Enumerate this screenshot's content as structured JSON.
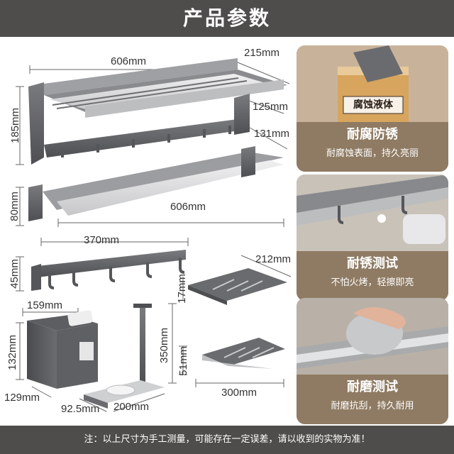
{
  "header": {
    "title": "产品参数"
  },
  "dimensions": {
    "rack_width": "606mm",
    "rack_depth": "215mm",
    "rack_height": "185mm",
    "hook_bar_depth": "125mm",
    "towel_bar_depth": "131mm",
    "towel_bar_height": "80mm",
    "towel_bar_width": "606mm",
    "hook_rail_width": "370mm",
    "hook_rail_height": "45mm",
    "corner_shelf_depth": "212mm",
    "corner_shelf_height": "17mm",
    "paper_box_width": "159mm",
    "paper_box_height": "132mm",
    "paper_box_depth": "129mm",
    "brush_holder_height": "350mm",
    "brush_holder_depth": "92.5mm",
    "brush_holder_width": "200mm",
    "tray_height": "51mm",
    "tray_width": "300mm"
  },
  "features": [
    {
      "title": "耐腐防锈",
      "subtitle": "耐腐蚀表面，持久亮丽",
      "photo_label": "腐蚀液体"
    },
    {
      "title": "耐锈测试",
      "subtitle": "不怕火烤，轻擦即亮"
    },
    {
      "title": "耐磨测试",
      "subtitle": "耐磨抗刮，持久耐用"
    }
  ],
  "footer": {
    "note": "注：以上尺寸为手工测量，可能存在一定误差，请以收到的实物为准！"
  },
  "colors": {
    "bar": "#4f4d4b",
    "card_band": "#8f7b63",
    "metal_dark": "#5f6063",
    "metal_light": "#d8d9db"
  }
}
